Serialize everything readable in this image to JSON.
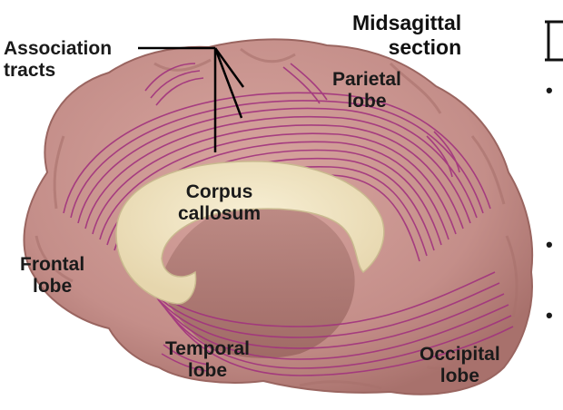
{
  "colors": {
    "brain_tissue": "#cc9590",
    "brain_shadow": "#a9706c",
    "corpus_callosum": "#f3e8c8",
    "tracts": "#a2337e",
    "text": "#1a1a1a"
  },
  "title": {
    "line1": "Midsagittal",
    "line2": "section"
  },
  "labels": {
    "association_tracts": {
      "line1": "Association",
      "line2": "tracts"
    },
    "parietal_lobe": {
      "line1": "Parietal",
      "line2": "lobe"
    },
    "corpus_callosum": {
      "line1": "Corpus",
      "line2": "callosum"
    },
    "frontal_lobe": {
      "line1": "Frontal",
      "line2": "lobe"
    },
    "temporal_lobe": {
      "line1": "Temporal",
      "line2": "lobe"
    },
    "occipital_lobe": {
      "line1": "Occipital",
      "line2": "lobe"
    }
  },
  "side_bullets": [
    "•",
    "•",
    "•"
  ]
}
